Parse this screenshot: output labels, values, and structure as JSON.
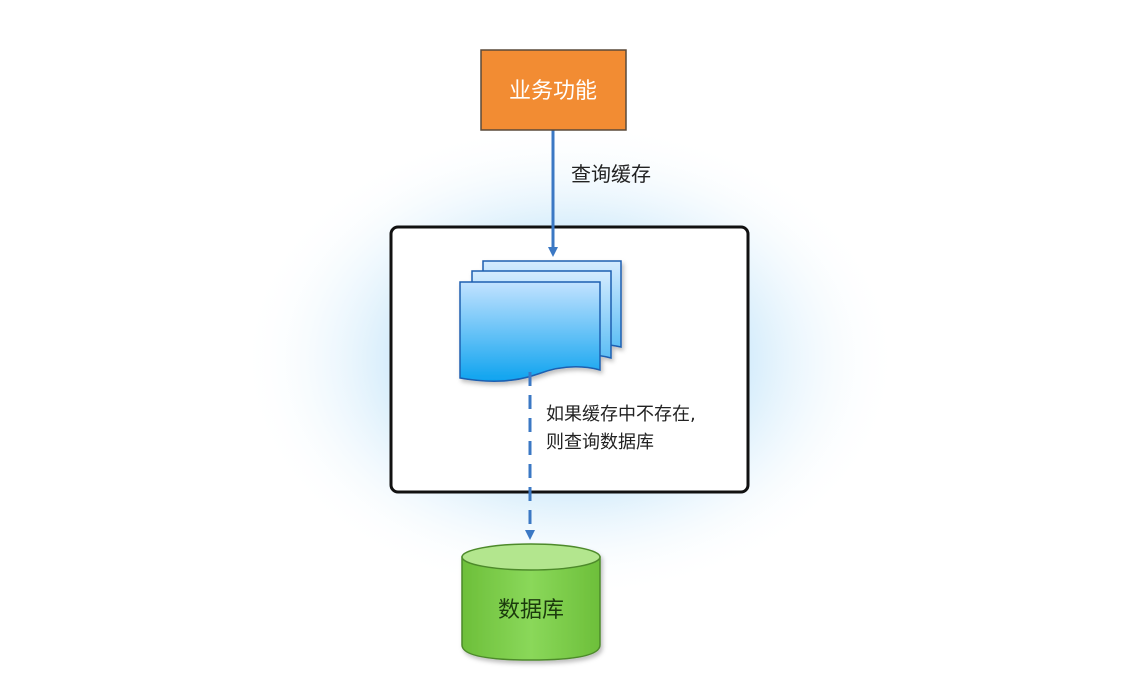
{
  "nodes": {
    "business": {
      "label": "业务功能",
      "fill": "#f28c33",
      "border": "#5a4a3a",
      "text_color": "#ffffff"
    },
    "cache": {
      "border": "#111111",
      "fill": "#ffffff",
      "doc_gradient_top": "#b6dcff",
      "doc_gradient_bottom": "#1aa6f0"
    },
    "database": {
      "label": "数据库",
      "fill_top": "#a6df7a",
      "fill_body": "#7fcf4a",
      "border": "#4d8a2c",
      "text_color": "#1a3a10"
    }
  },
  "edges": {
    "query_cache": {
      "label": "查询缓存",
      "style": "solid",
      "color": "#3b78c4"
    },
    "fallback_db": {
      "label_line1": "如果缓存中不存在,",
      "label_line2": "则查询数据库",
      "style": "dashed",
      "color": "#3b78c4"
    }
  },
  "background": {
    "glow_color": "#cfe9fb"
  }
}
